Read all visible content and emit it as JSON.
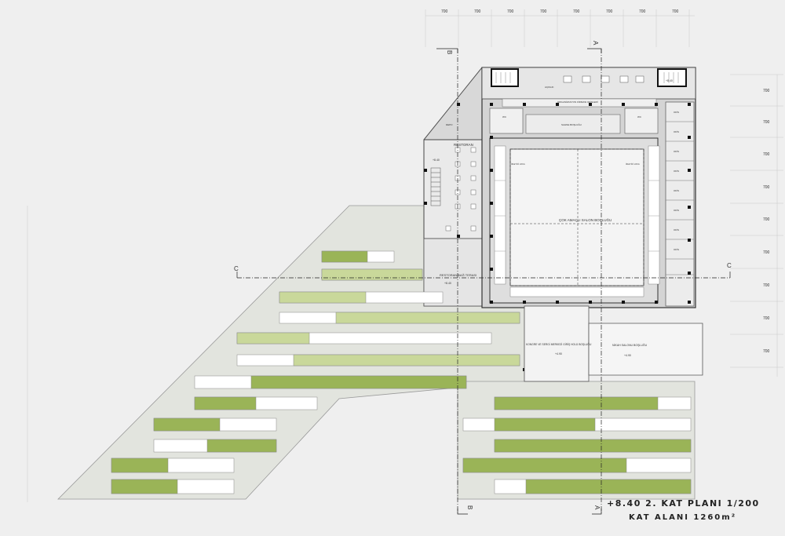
{
  "dimension_labels_top": [
    "700",
    "700",
    "700",
    "700",
    "700",
    "700",
    "700",
    "700"
  ],
  "dimension_labels_right": [
    "700",
    "700",
    "700",
    "700",
    "700",
    "700",
    "700",
    "700",
    "700"
  ],
  "section_markers": {
    "a": "A",
    "b": "B",
    "c": "C"
  },
  "rooms": {
    "multipurpose_hall": "ÇOK AMAÇLI SALON BOŞLUĞU",
    "restaurant": "RESTORAN",
    "restaurant_terrace": "RESTORAN BAĞ TERASI",
    "congress_entrance": "KONGRE VE SERGİ MERKEZİ GİRİŞ HOLÜ BOŞLUĞU",
    "wedding_hall": "NİKAH SALONU BOŞLUĞU",
    "foyer": "AÇIKLIK",
    "gallery": "ORGANİZASYON FİRMASI OFİSLERİ",
    "corridor": "SAHNE BOŞLUĞU",
    "office": "OFİS",
    "box": "İZLEYİCİ LOCA",
    "storage": "DEPO",
    "wc": "WC"
  },
  "elevations": {
    "main": "+8.40",
    "restaurant": "+8.40",
    "terrace": "+8.40",
    "congress": "+4.90",
    "wedding": "+4.90"
  },
  "title": {
    "line1": "+8.40  2. KAT PLANI 1/200",
    "line2": "KAT ALANI 1260m²"
  },
  "colors": {
    "background": "#efefef",
    "green": "#9ab457",
    "green_light": "#c9d89a",
    "white_bar": "#ffffff",
    "floor": "#d9d9d9"
  }
}
